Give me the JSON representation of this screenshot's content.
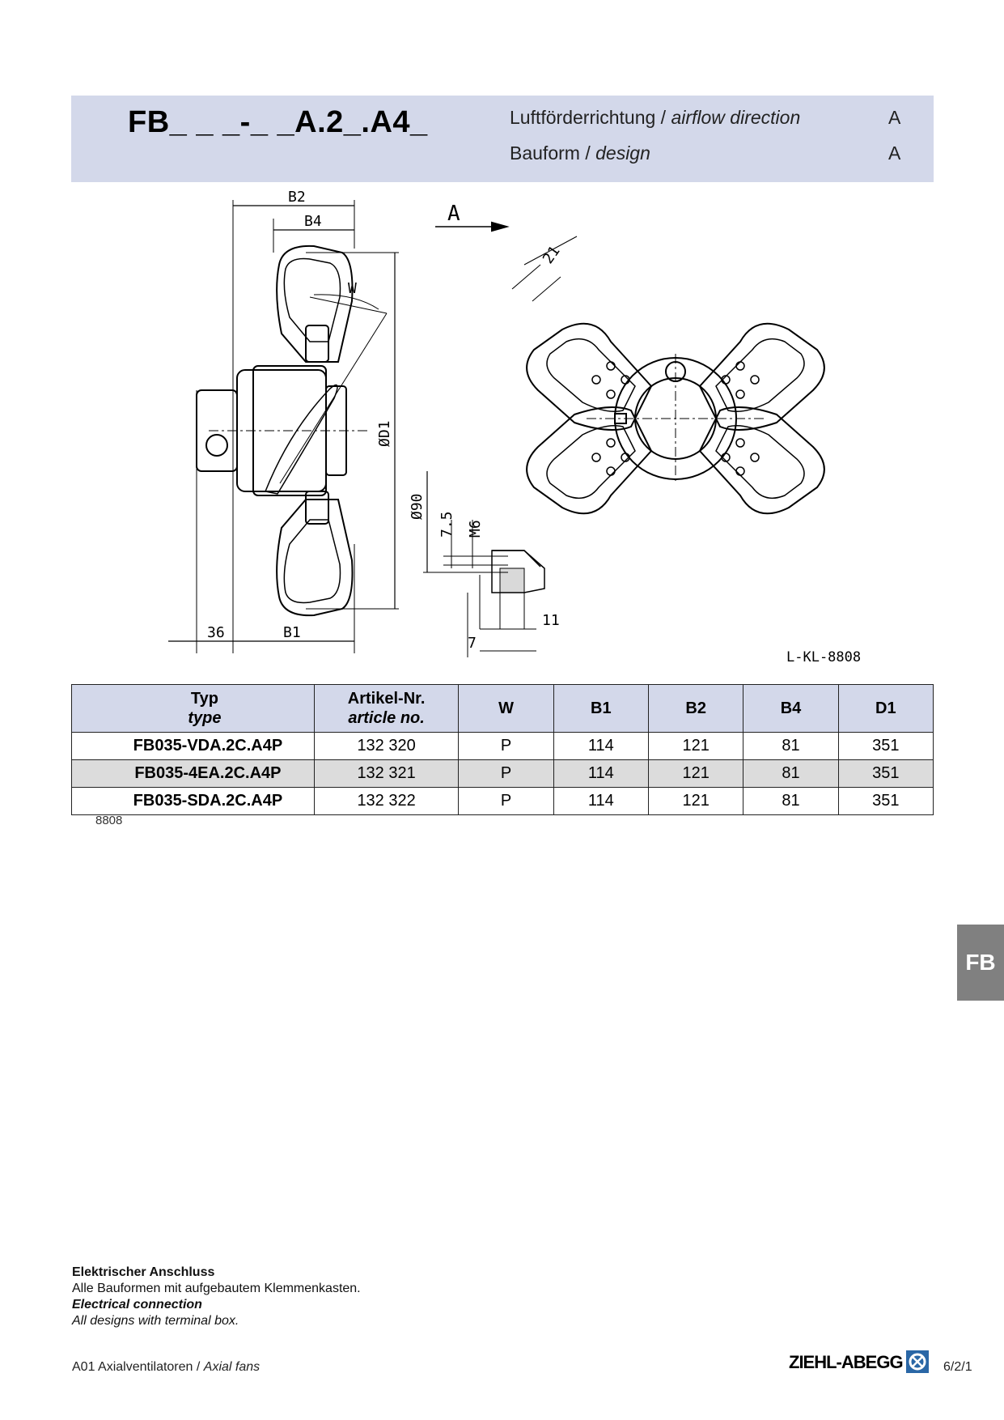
{
  "header": {
    "code": "FB_ _ _-_ _A.2_.A4_",
    "rows": [
      {
        "de": "Luftförderrichtung /",
        "en": "airflow direction",
        "value": "A"
      },
      {
        "de": "Bauform  /",
        "en": "design",
        "value": "A"
      }
    ]
  },
  "drawing": {
    "labels": {
      "b2": "B2",
      "b4": "B4",
      "w": "W",
      "d1": "ØD1",
      "d90": "Ø90",
      "d36": "36",
      "b1": "B1",
      "arrow_a": "A",
      "dim21": "21",
      "dim75": "7.5",
      "m6": "M6",
      "dim11": "11",
      "dim7": "7",
      "ref": "L-KL-8808"
    }
  },
  "table": {
    "headers": [
      {
        "de": "Typ",
        "en": "type"
      },
      {
        "de": "Artikel-Nr.",
        "en": "article no."
      },
      {
        "label": "W"
      },
      {
        "label": "B1"
      },
      {
        "label": "B2"
      },
      {
        "label": "B4"
      },
      {
        "label": "D1"
      }
    ],
    "rows": [
      {
        "type": "FB035-VDA.2C.A4P",
        "article": "132 320",
        "w": "P",
        "b1": "114",
        "b2": "121",
        "b4": "81",
        "d1": "351"
      },
      {
        "type": "FB035-4EA.2C.A4P",
        "article": "132 321",
        "w": "P",
        "b1": "114",
        "b2": "121",
        "b4": "81",
        "d1": "351"
      },
      {
        "type": "FB035-SDA.2C.A4P",
        "article": "132 322",
        "w": "P",
        "b1": "114",
        "b2": "121",
        "b4": "81",
        "d1": "351"
      }
    ],
    "ref": "8808"
  },
  "side_tab": "FB",
  "notes": {
    "title_de": "Elektrischer Anschluss",
    "text_de": "Alle Bauformen mit aufgebautem Klemmenkasten.",
    "title_en": "Electrical connection",
    "text_en": "All designs with terminal box."
  },
  "footer": {
    "left_de": "A01 Axialventilatoren /",
    "left_en": "Axial fans",
    "logo": "ZIEHL-ABEGG",
    "page": "6/2/1"
  }
}
